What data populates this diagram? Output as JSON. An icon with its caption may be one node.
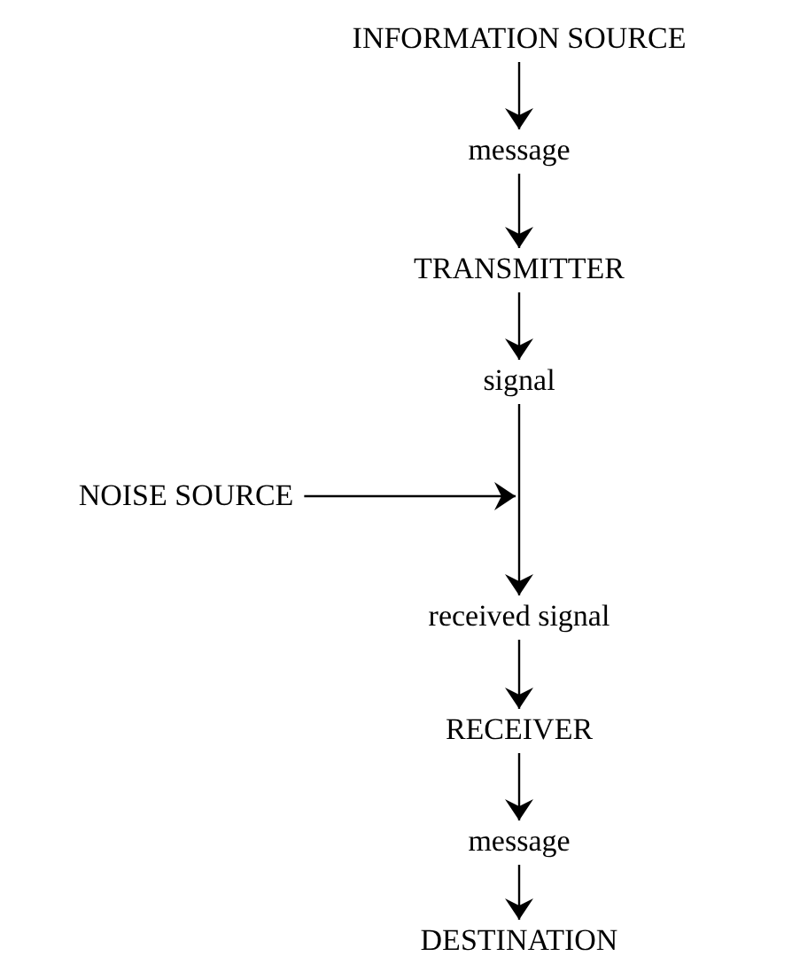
{
  "diagram": {
    "nodes": [
      {
        "text": [
          "INFORMATION SOURCE"
        ]
      },
      {
        "text": [
          "message"
        ]
      },
      {
        "text": [
          "TRANSMITTER"
        ]
      },
      {
        "text": [
          "signal"
        ]
      },
      {
        "text": [
          "NOISE SOURCE"
        ]
      },
      {
        "text": [
          "received signal"
        ]
      },
      {
        "text": [
          "RECEIVER"
        ]
      },
      {
        "text": [
          "message"
        ]
      },
      {
        "text": [
          "DESTINATION"
        ]
      }
    ],
    "edges": [
      {
        "from": 0,
        "to": 1,
        "arrow": "to"
      },
      {
        "from": 1,
        "to": 2,
        "arrow": "to"
      },
      {
        "from": 2,
        "to": 3,
        "arrow": "to"
      },
      {
        "from": 3,
        "to": 5,
        "arrow": "to"
      },
      {
        "from": 4,
        "to": null,
        "arrow": "to"
      },
      {
        "from": 5,
        "to": 6,
        "arrow": "to"
      },
      {
        "from": 6,
        "to": 7,
        "arrow": "to"
      },
      {
        "from": 7,
        "to": 8,
        "arrow": "to"
      }
    ]
  }
}
